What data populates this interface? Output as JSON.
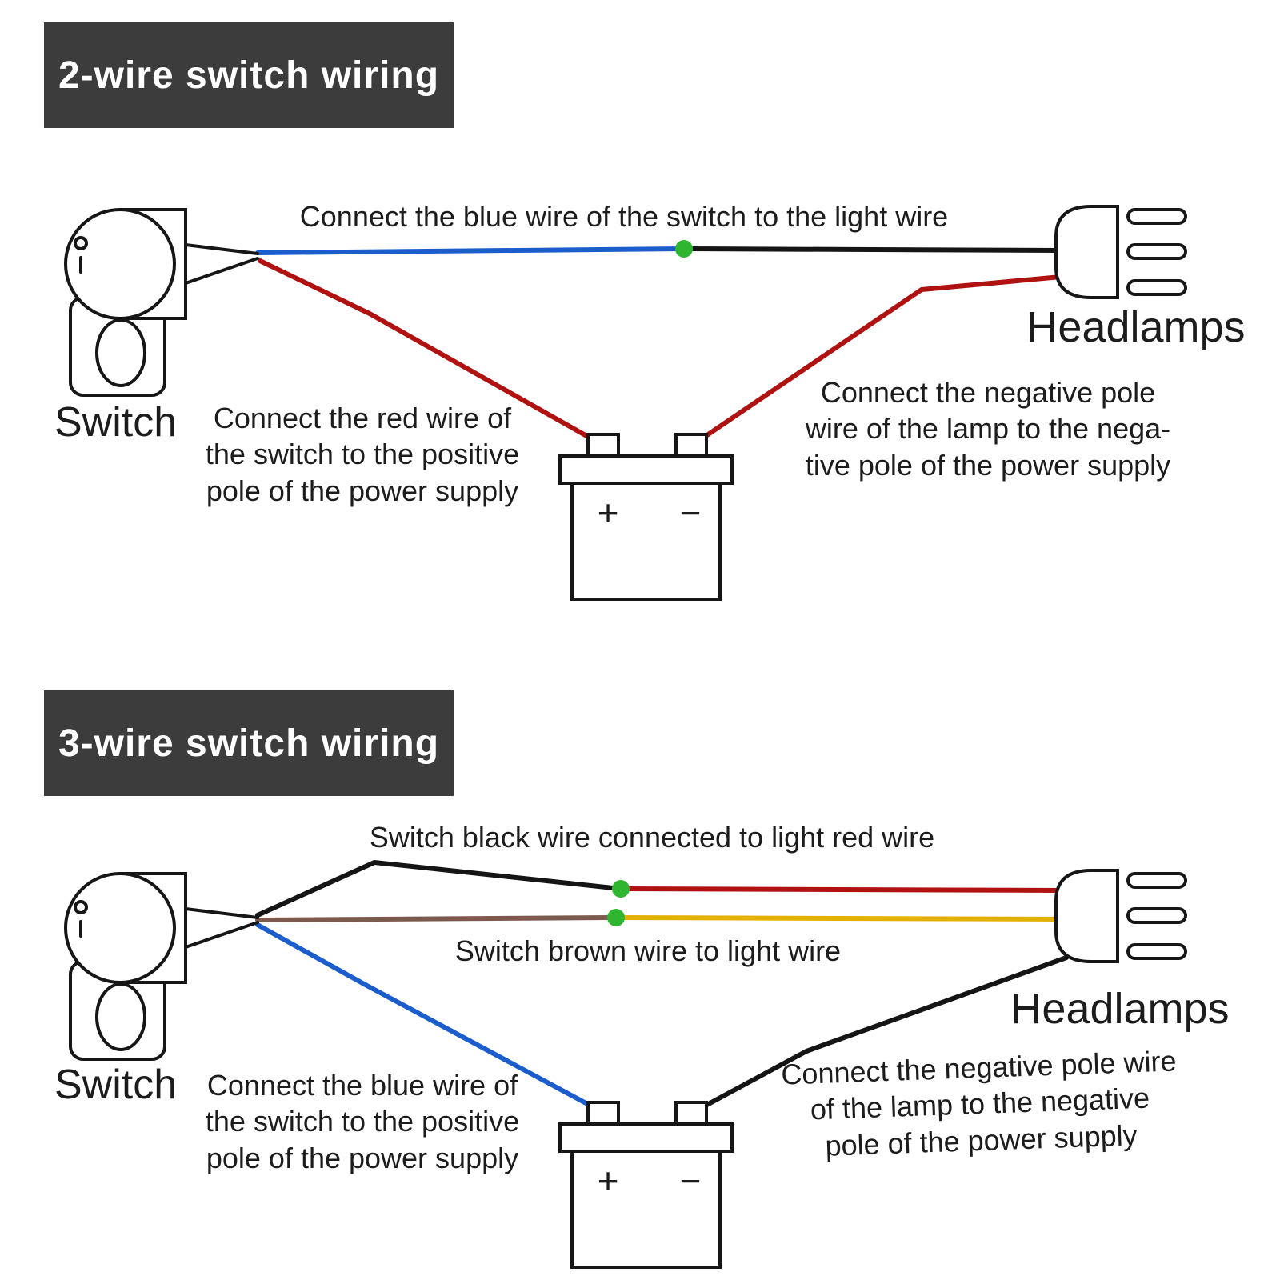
{
  "colors": {
    "page_bg": "#ffffff",
    "header_bg": "#3c3c3c",
    "header_text": "#ffffff",
    "ink": "#1c1c1c",
    "wire_blue": "#1b5ecb",
    "wire_red": "#b01212",
    "wire_black": "#151515",
    "wire_brown": "#7c5a4e",
    "wire_yellow": "#e3b006",
    "junction_green": "#2fb52f"
  },
  "two_wire": {
    "title": "2-wire switch wiring",
    "switch_label": "Switch",
    "headlamps_label": "Headlamps",
    "blue_wire_note": "Connect the blue wire of the switch to the light wire",
    "red_wire_note": "Connect the red wire of\nthe switch to the positive\npole of the power supply",
    "negative_note": "Connect the negative pole\nwire of the lamp to the nega-\ntive pole of the power supply",
    "battery": {
      "positive": "+",
      "negative": "−"
    }
  },
  "three_wire": {
    "title": "3-wire switch wiring",
    "switch_label": "Switch",
    "headlamps_label": "Headlamps",
    "black_wire_note": "Switch black wire connected to light red wire",
    "brown_wire_note": "Switch brown wire to light wire",
    "blue_wire_note": "Connect the blue wire of\nthe switch to the positive\npole of the power supply",
    "negative_note": "Connect the negative pole wire\nof the lamp to the negative\npole of the power supply",
    "battery": {
      "positive": "+",
      "negative": "−"
    }
  }
}
